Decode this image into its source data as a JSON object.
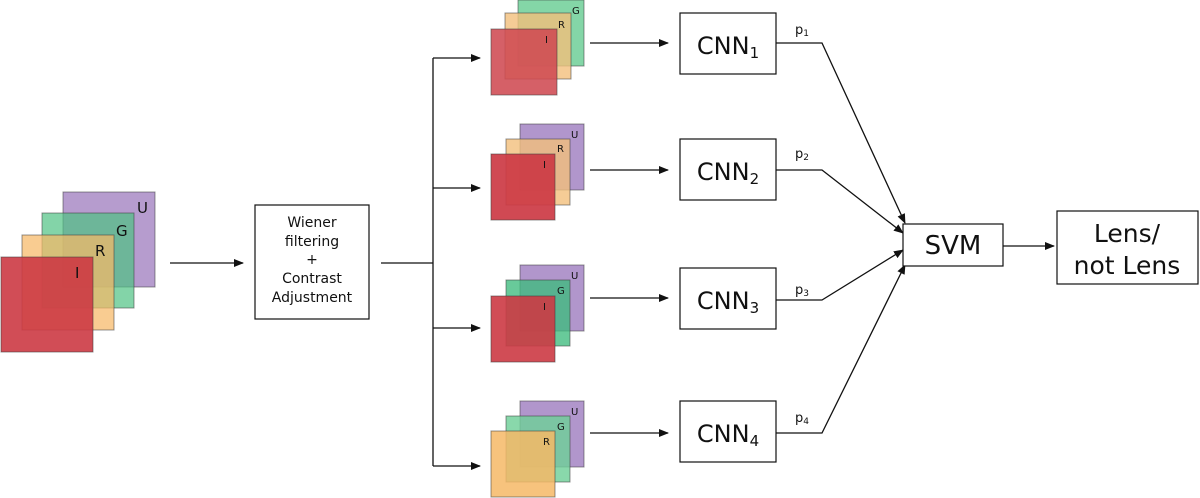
{
  "preprocessing": {
    "line1": "Wiener",
    "line2": "filtering",
    "line3": "+",
    "line4": "Contrast",
    "line5": "Adjustment"
  },
  "input_stack": {
    "bands": [
      "U",
      "G",
      "R",
      "I"
    ]
  },
  "stacks": [
    {
      "bands": [
        "G",
        "R",
        "I"
      ]
    },
    {
      "bands": [
        "U",
        "R",
        "I"
      ]
    },
    {
      "bands": [
        "U",
        "G",
        "I"
      ]
    },
    {
      "bands": [
        "U",
        "G",
        "R"
      ]
    }
  ],
  "cnns": [
    {
      "name": "CNN",
      "sub": "1",
      "prob": "p",
      "prob_sub": "1"
    },
    {
      "name": "CNN",
      "sub": "2",
      "prob": "p",
      "prob_sub": "2"
    },
    {
      "name": "CNN",
      "sub": "3",
      "prob": "p",
      "prob_sub": "3"
    },
    {
      "name": "CNN",
      "sub": "4",
      "prob": "p",
      "prob_sub": "4"
    }
  ],
  "svm": {
    "label": "SVM"
  },
  "output": {
    "line1": "Lens/",
    "line2": "not Lens"
  },
  "colors": {
    "U": "#a98bc6",
    "G": "#7fd1a3",
    "R": "#f6c081",
    "I": "#cf4a52"
  }
}
